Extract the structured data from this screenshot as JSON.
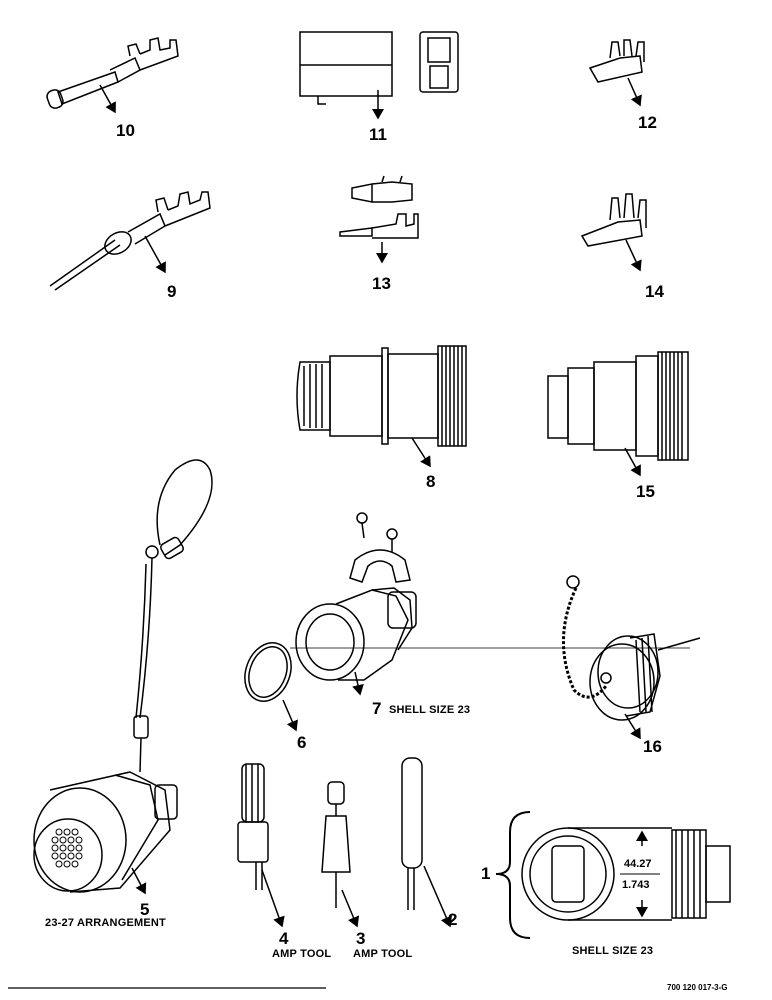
{
  "callouts": {
    "p1": "1",
    "p2": "2",
    "p3": "3",
    "p4": "4",
    "p5": "5",
    "p6": "6",
    "p7": "7",
    "p8": "8",
    "p9": "9",
    "p10": "10",
    "p11": "11",
    "p12": "12",
    "p13": "13",
    "p14": "14",
    "p15": "15",
    "p16": "16"
  },
  "captions": {
    "shell_size_7": "SHELL SIZE 23",
    "arrangement_5": "23-27 ARRANGEMENT",
    "amp_tool_4": "AMP TOOL",
    "amp_tool_3": "AMP TOOL",
    "shell_size_1": "SHELL SIZE 23"
  },
  "dimension": {
    "metric": "44.27",
    "imperial": "1.743"
  },
  "figure_ref": "700 120 017-3-G"
}
